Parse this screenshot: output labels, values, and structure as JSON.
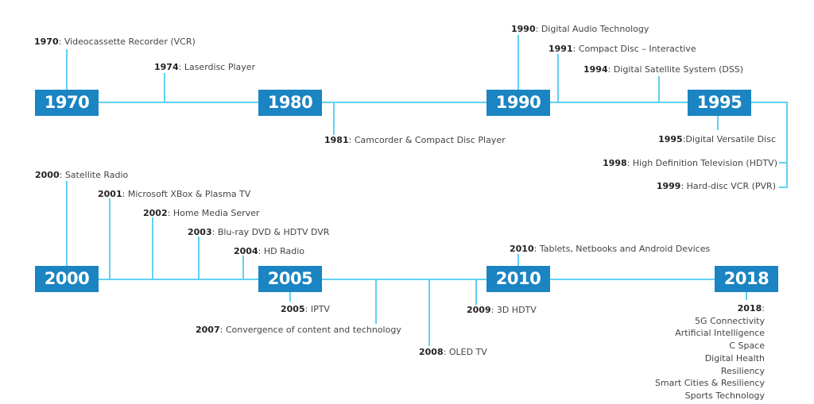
{
  "decades": [
    "1970",
    "1980",
    "1990",
    "1995",
    "2000",
    "2005",
    "2010",
    "2018"
  ],
  "events": [
    {
      "year": "1970",
      "text": ": Videocassette Recorder (VCR)"
    },
    {
      "year": "1974",
      "text": ": Laserdisc Player"
    },
    {
      "year": "1981",
      "text": ": Camcorder & Compact Disc Player"
    },
    {
      "year": "1990",
      "text": ": Digital Audio Technology"
    },
    {
      "year": "1991",
      "text": ": Compact Disc – Interactive"
    },
    {
      "year": "1994",
      "text": ": Digital Satellite System (DSS)"
    },
    {
      "year": "1995",
      "text": ":Digital Versatile Disc"
    },
    {
      "year": "1998",
      "text": ": High Definition Television (HDTV)"
    },
    {
      "year": "1999",
      "text": ": Hard-disc VCR (PVR)"
    },
    {
      "year": "2000",
      "text": ": Satellite Radio"
    },
    {
      "year": "2001",
      "text": ": Microsoft XBox & Plasma TV"
    },
    {
      "year": "2002",
      "text": ": Home Media Server"
    },
    {
      "year": "2003",
      "text": ": Blu-ray DVD & HDTV DVR"
    },
    {
      "year": "2004",
      "text": ": HD Radio"
    },
    {
      "year": "2005",
      "text": ": IPTV"
    },
    {
      "year": "2007",
      "text": ": Convergence of content and technology"
    },
    {
      "year": "2008",
      "text": ": OLED TV"
    },
    {
      "year": "2009",
      "text": ": 3D HDTV"
    },
    {
      "year": "2010",
      "text": ": Tablets, Netbooks and Android Devices"
    }
  ],
  "final": {
    "year": "2018",
    "suffix": ":",
    "items": [
      "5G Connectivity",
      "Artificial Intelligence",
      "C Space",
      "Digital Health",
      "Resiliency",
      "Smart Cities & Resiliency",
      "Sports Technology"
    ]
  },
  "colors": {
    "box": "#1b84c2",
    "line": "#5fd0f3"
  }
}
